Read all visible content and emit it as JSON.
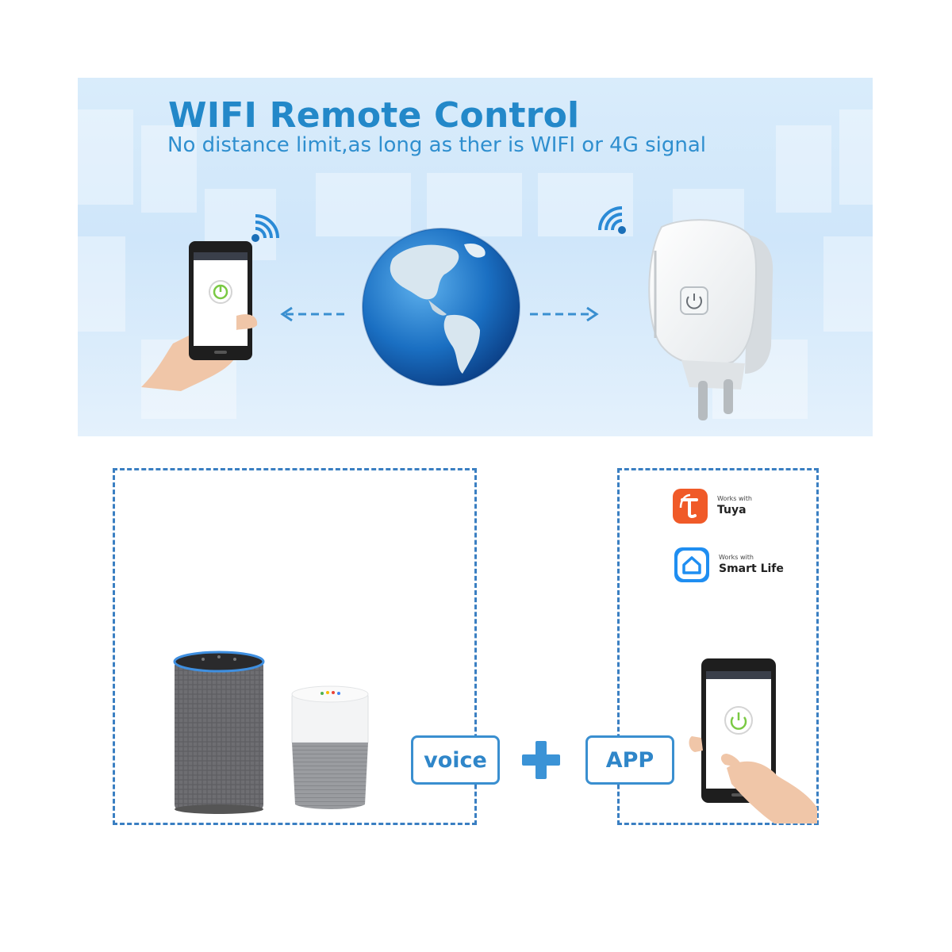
{
  "banner": {
    "title": "WIFI Remote Control",
    "subtitle": "No distance limit,as long as ther is WIFI or 4G signal"
  },
  "icons": {
    "left_wifi": "wifi-signal-icon",
    "right_wifi": "wifi-signal-icon",
    "globe": "globe-icon",
    "plug": "smart-plug",
    "plus": "plus-icon"
  },
  "badges": {
    "tuya": {
      "small": "Works with",
      "name": "Tuya"
    },
    "smart_life": {
      "small": "Works with",
      "name": "Smart Life"
    }
  },
  "labels": {
    "voice": "voice",
    "app": "APP"
  },
  "colors": {
    "brand_blue": "#2388c9",
    "tuya_orange": "#f05a28",
    "smart_life_blue": "#1f8ef1"
  }
}
